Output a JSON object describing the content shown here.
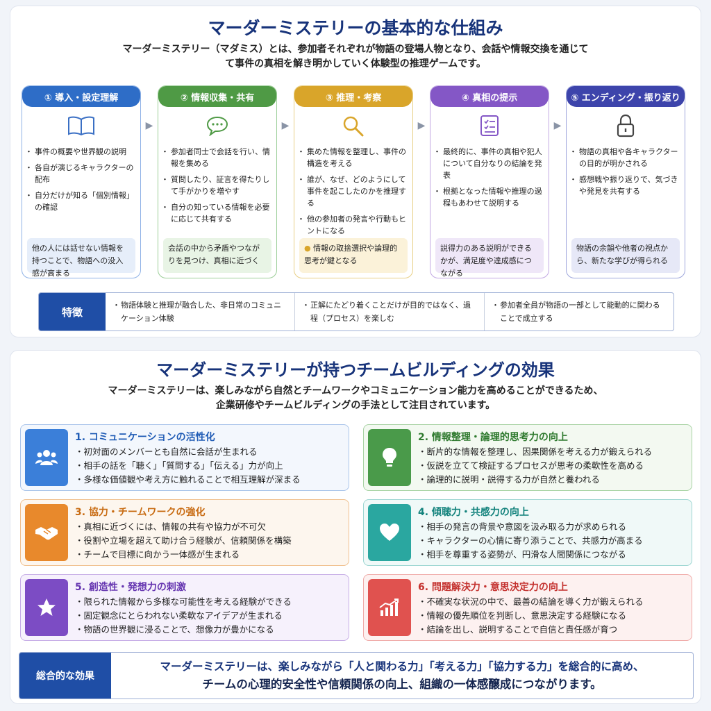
{
  "top": {
    "title": "マーダーミステリーの基本的な仕組み",
    "intro_line1": "マーダーミステリー（マダミス）とは、参加者それぞれが物語の登場人物となり、会話や情報交換を通じて",
    "intro_line2": "て事件の真相を解き明かしていく体験型の推理ゲームです。",
    "steps": [
      {
        "label": "① 導入・設定理解",
        "icon": "book-icon",
        "items": [
          "事件の概要や世界観の説明",
          "各自が演じるキャラクターの配布",
          "自分だけが知る「個別情報」の確認"
        ],
        "note": "他の人には話せない情報を持つことで、物語への没入感が高まる"
      },
      {
        "label": "② 情報収集・共有",
        "icon": "chat-bubble-icon",
        "items": [
          "参加者同士で会話を行い、情報を集める",
          "質問したり、証言を得たりして手がかりを増やす",
          "自分の知っている情報を必要に応じて共有する"
        ],
        "note": "会話の中から矛盾やつながりを見つけ、真相に近づく"
      },
      {
        "label": "③ 推理・考察",
        "icon": "magnifier-icon",
        "items": [
          "集めた情報を整理し、事件の構造を考える",
          "誰が、なぜ、どのようにして事件を起こしたのかを推理する",
          "他の参加者の発言や行動もヒントになる"
        ],
        "note": "情報の取捨選択や論理的思考が鍵となる"
      },
      {
        "label": "④ 真相の提示",
        "icon": "checklist-icon",
        "items": [
          "最終的に、事件の真相や犯人について自分なりの結論を発表",
          "根拠となった情報や推理の過程もあわせて説明する"
        ],
        "note": "説得力のある説明ができるかが、満足度や達成感につながる"
      },
      {
        "label": "⑤ エンディング・振り返り",
        "icon": "lock-icon",
        "items": [
          "物語の真相や各キャラクターの目的が明かされる",
          "感想戦や振り返りで、気づきや発見を共有する"
        ],
        "note": "物語の余韻や他者の視点から、新たな学びが得られる"
      }
    ],
    "features": {
      "label": "特徴",
      "items": [
        "物語体験と推理が融合した、非日常のコミュニケーション体験",
        "正解にたどり着くことだけが目的ではなく、過程（プロセス）を楽しむ",
        "参加者全員が物語の一部として能動的に関わることで成立する"
      ]
    }
  },
  "bottom": {
    "title": "マーダーミステリーが持つチームビルディングの効果",
    "intro_line1": "マーダーミステリーは、楽しみながら自然とチームワークやコミュニケーション能力を高めることができるため、",
    "intro_line2": "企業研修やチームビルディングの手法として注目されています。",
    "cards": [
      {
        "title": "1. コミュニケーションの活性化",
        "icon": "people-icon",
        "color": "#3b7fd9",
        "items": [
          "・初対面のメンバーとも自然に会話が生まれる",
          "・相手の話を「聴く」「質問する」「伝える」力が向上",
          "・多様な価値観や考え方に触れることで相互理解が深まる"
        ]
      },
      {
        "title": "2. 情報整理・論理的思考力の向上",
        "icon": "lightbulb-icon",
        "color": "#4a9a4a",
        "items": [
          "・断片的な情報を整理し、因果関係を考える力が鍛えられる",
          "・仮説を立てて検証するプロセスが思考の柔軟性を高める",
          "・論理的に説明・説得する力が自然と養われる"
        ]
      },
      {
        "title": "3. 協力・チームワークの強化",
        "icon": "handshake-icon",
        "color": "#e8892c",
        "items": [
          "・真相に近づくには、情報の共有や協力が不可欠",
          "・役割や立場を超えて助け合う経験が、信頼関係を構築",
          "・チームで目標に向かう一体感が生まれる"
        ]
      },
      {
        "title": "4. 傾聴力・共感力の向上",
        "icon": "heart-icon",
        "color": "#2aa7a0",
        "items": [
          "・相手の発言の背景や意図を汲み取る力が求められる",
          "・キャラクターの心情に寄り添うことで、共感力が高まる",
          "・相手を尊重する姿勢が、円滑な人間関係につながる"
        ]
      },
      {
        "title": "5. 創造性・発想力の刺激",
        "icon": "star-icon",
        "color": "#7c4cc4",
        "items": [
          "・限られた情報から多様な可能性を考える経験ができる",
          "・固定観念にとらわれない柔軟なアイデアが生まれる",
          "・物語の世界観に浸ることで、想像力が豊かになる"
        ]
      },
      {
        "title": "6. 問題解決力・意思決定力の向上",
        "icon": "growth-chart-icon",
        "color": "#e0524f",
        "items": [
          "・不確実な状況の中で、最善の結論を導く力が鍛えられる",
          "・情報の優先順位を判断し、意思決定する経験になる",
          "・結論を出し、説明することで自信と責任感が育つ"
        ]
      }
    ],
    "summary": {
      "label": "総合的な効果",
      "line1": "マーダーミステリーは、楽しみながら「人と関わる力」「考える力」「協力する力」を総合的に高め、",
      "line2": "チームの心理的安全性や信頼関係の向上、組織の一体感醸成につながります。"
    }
  }
}
